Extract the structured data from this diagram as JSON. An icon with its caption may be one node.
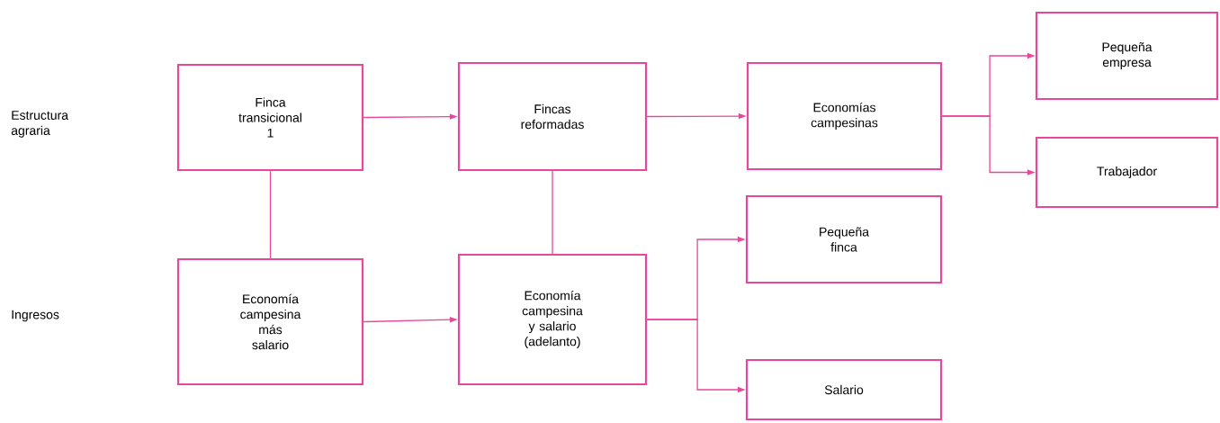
{
  "diagram": {
    "nodes": [
      {
        "text": [
          "Finca transicional 1"
        ]
      },
      {
        "text": [
          "Fincas reformadas"
        ]
      },
      {
        "text": [
          "Economías campesinas"
        ]
      },
      {
        "text": [
          "Pequeña empresa"
        ]
      },
      {
        "text": [
          "Trabajador"
        ]
      },
      {
        "text": [
          "Economía campesina más salario"
        ]
      },
      {
        "text": [
          "Economía campesina y salario (adelanto)"
        ]
      },
      {
        "text": [
          "Pequeña finca"
        ]
      },
      {
        "text": [
          "Salario"
        ]
      }
    ],
    "edges": [
      {
        "from": 0,
        "to": 1,
        "arrow": "to"
      },
      {
        "from": 1,
        "to": 2,
        "arrow": "to"
      },
      {
        "from": 2,
        "to": 3,
        "arrow": "to"
      },
      {
        "from": 2,
        "to": 4,
        "arrow": "to"
      },
      {
        "from": 0,
        "to": 5,
        "arrow": "none"
      },
      {
        "from": 1,
        "to": 6,
        "arrow": "none"
      },
      {
        "from": 5,
        "to": 6,
        "arrow": "to"
      },
      {
        "from": 6,
        "to": 7,
        "arrow": "to"
      },
      {
        "from": 6,
        "to": 8,
        "arrow": "to"
      }
    ],
    "labels": [
      "Estructura agraria",
      "Ingresos"
    ]
  }
}
